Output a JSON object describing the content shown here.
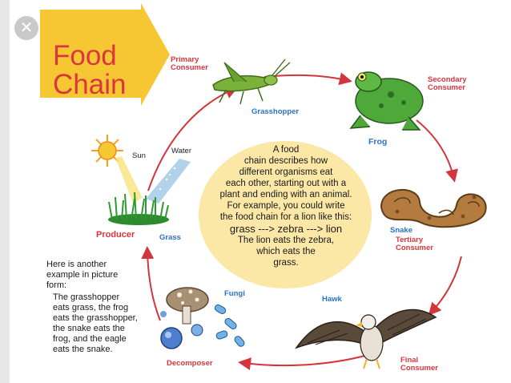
{
  "title": {
    "line1": "Food",
    "line2": "Chain"
  },
  "center": {
    "lines": [
      "A food",
      "chain describes how",
      "different organisms eat",
      "each other, starting out with a",
      "plant and ending with an animal.",
      "For example, you could write",
      "the food chain for a lion like this:"
    ],
    "chain": "grass ---> zebra ---> lion",
    "lines2": [
      "The lion eats the zebra,",
      "which eats the",
      "grass."
    ]
  },
  "labels": {
    "primary_consumer": [
      "Primary",
      "Consumer"
    ],
    "grasshopper": "Grasshopper",
    "secondary_consumer": [
      "Secondary",
      "Consumer"
    ],
    "frog": "Frog",
    "snake": "Snake",
    "tertiary_consumer": [
      "Tertiary",
      "Consumer"
    ],
    "hawk": "Hawk",
    "final_consumer": [
      "Final",
      "Consumer"
    ],
    "fungi": "Fungi",
    "decomposer": "Decomposer",
    "producer": "Producer",
    "grass": "Grass",
    "sun": "Sun",
    "water": "Water"
  },
  "example": {
    "intro": [
      "Here is another",
      "example in picture",
      "form:"
    ],
    "body": [
      "The grasshopper",
      "eats grass, the frog",
      "eats the grasshopper,",
      "the snake eats the",
      "frog, and the eagle",
      "eats the snake."
    ]
  },
  "icons": {
    "close": "close-icon",
    "sun": "sun-icon",
    "grass": "grass-icon",
    "grasshopper": "grasshopper-icon",
    "frog": "frog-icon",
    "snake": "snake-icon",
    "hawk": "hawk-icon",
    "fungi": "fungi-icon"
  },
  "colors": {
    "title_red": "#d9363e",
    "arrow_yellow": "#f7c733",
    "circle_fill": "#fbe7a6",
    "cycle_arrow": "#d4343b",
    "label_blue": "#2b72c9"
  }
}
